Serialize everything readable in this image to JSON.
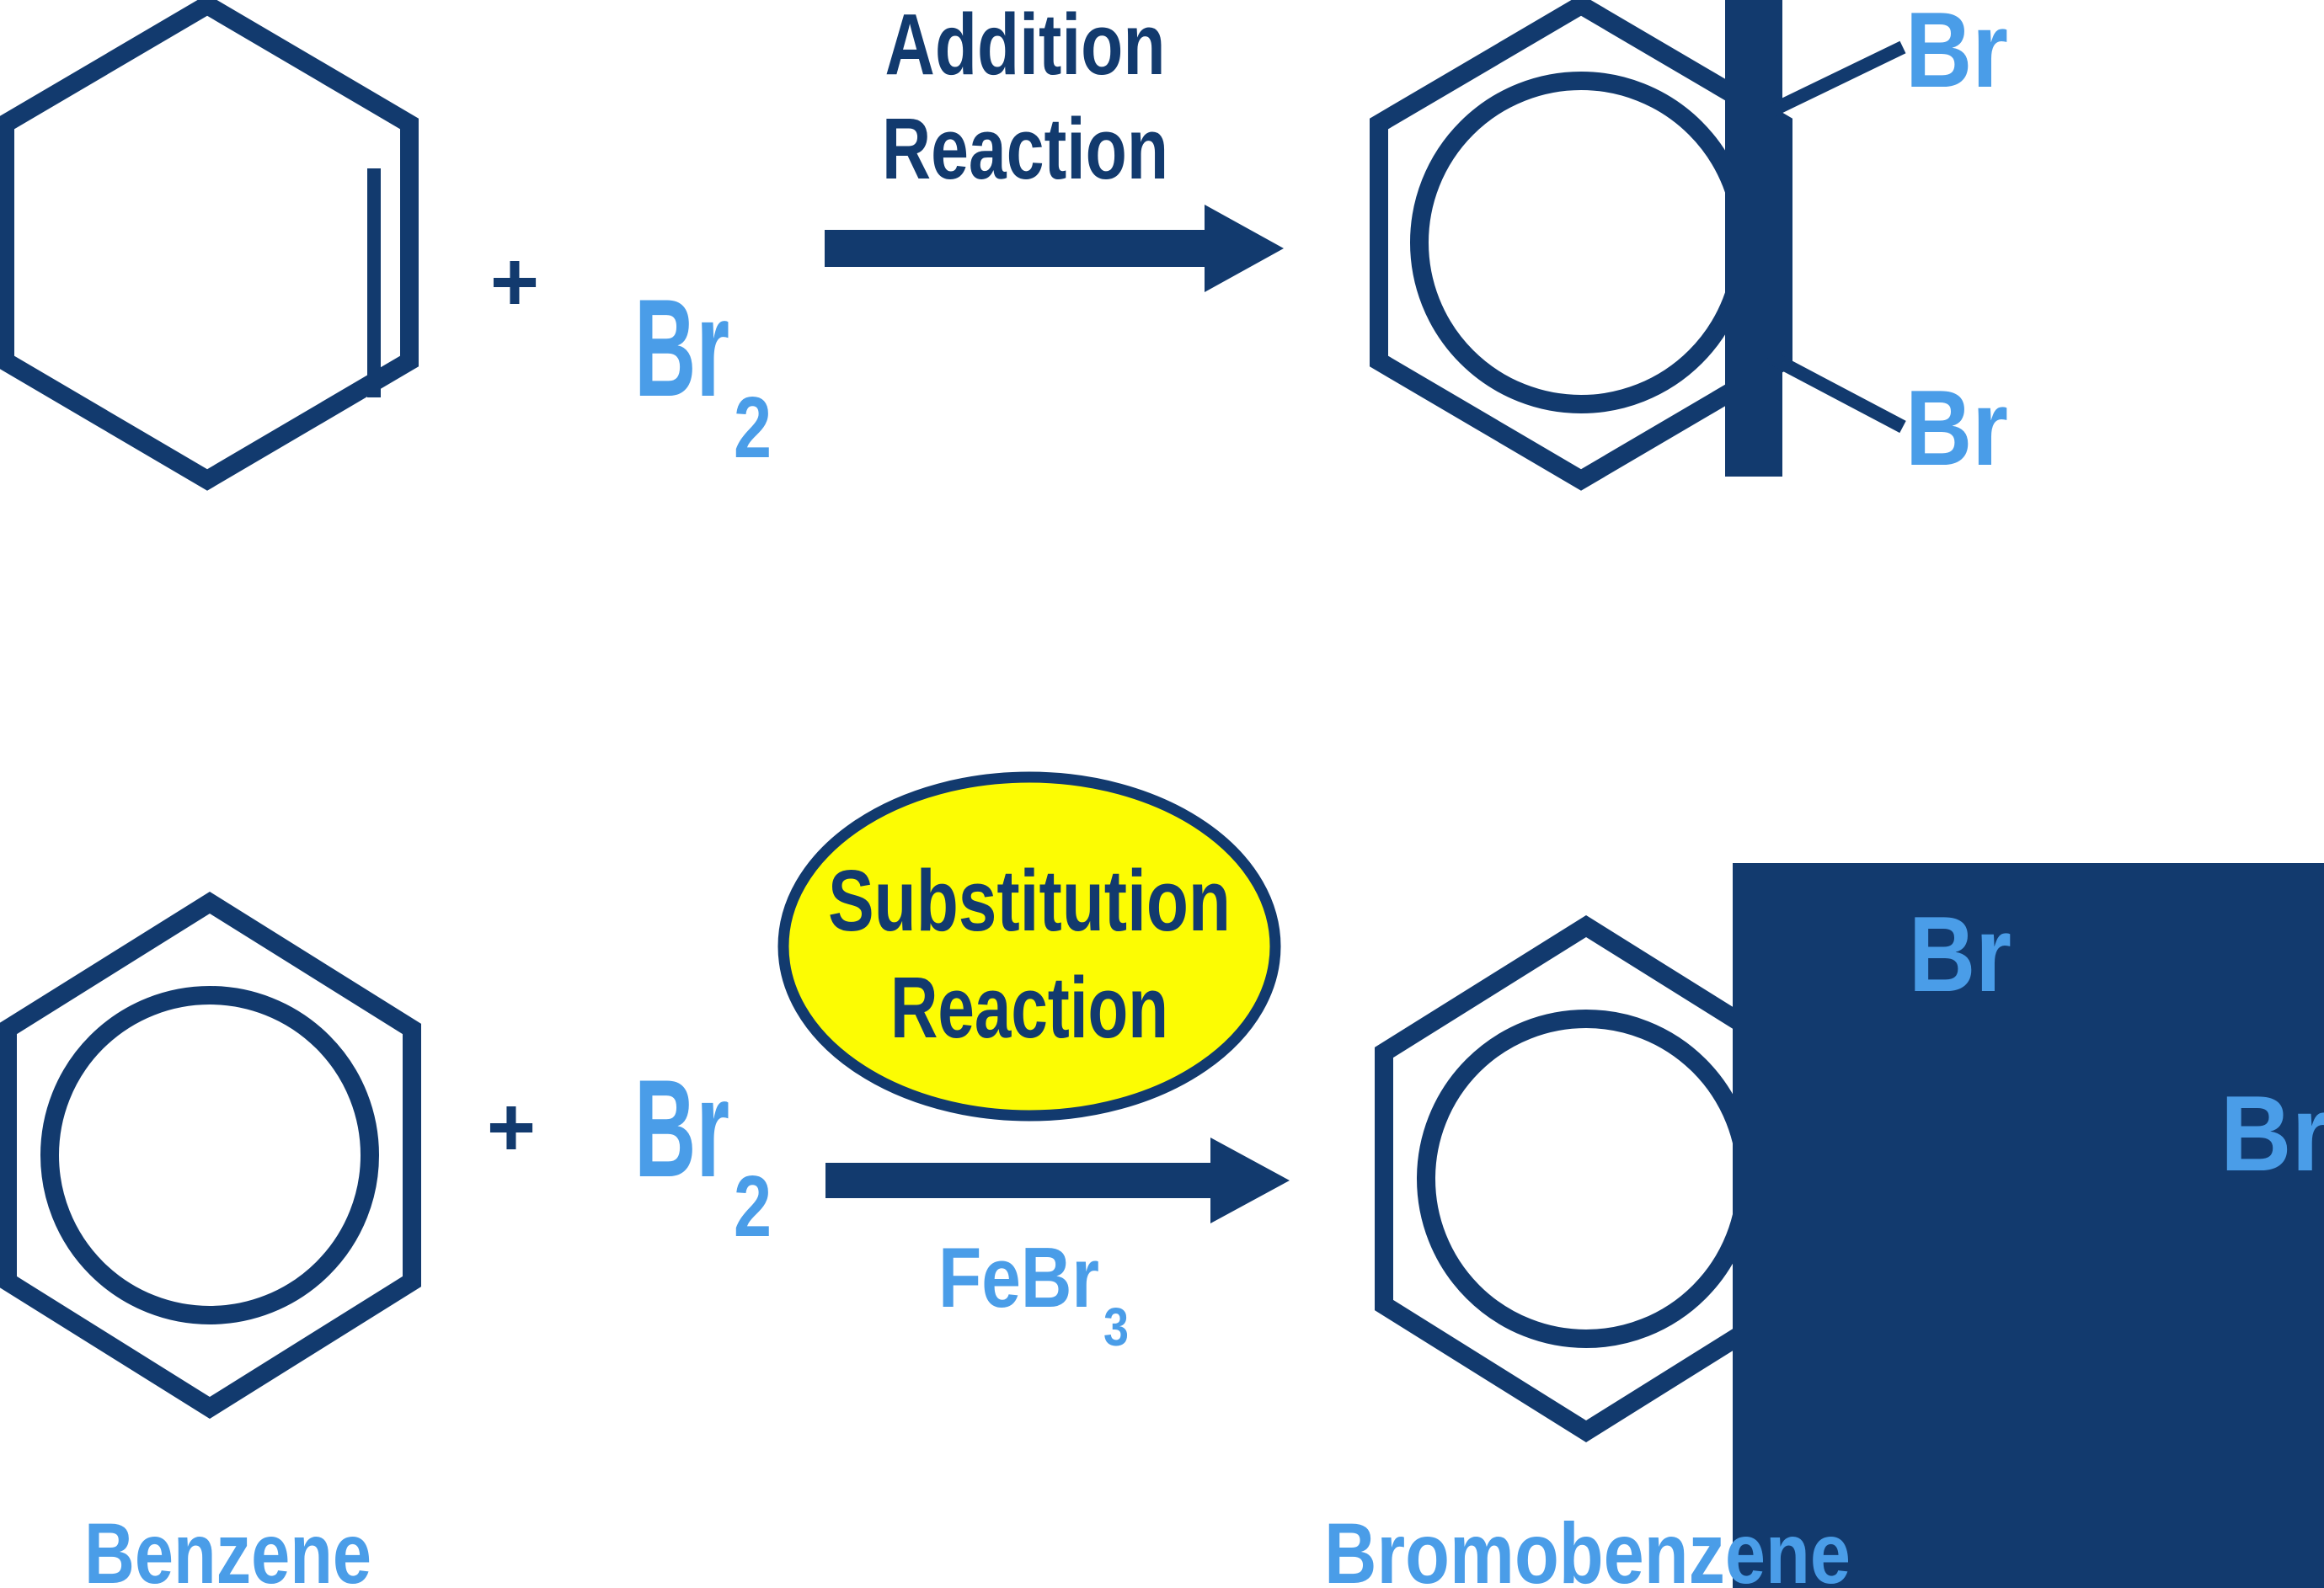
{
  "colors": {
    "navy": "#123A6E",
    "light_blue": "#4A9DE8",
    "yellow": "#FCFC03",
    "background": "#FFFFFF"
  },
  "addition_reaction": {
    "plus": "+",
    "reagent_symbol": "Br",
    "reagent_subscript": "2",
    "arrow_label_line1": "Addition",
    "arrow_label_line2": "Reaction",
    "product_br_top": "Br",
    "product_br_bottom": "Br"
  },
  "substitution_reaction": {
    "plus": "+",
    "reagent_symbol": "Br",
    "reagent_subscript": "2",
    "bubble_line1": "Substitution",
    "bubble_line2": "Reaction",
    "catalyst_symbol": "FeBr",
    "catalyst_subscript": "3",
    "reactant_label": "Benzene",
    "product_label": "Bromobenzene",
    "product_br_top": "Br",
    "product_br_right": "Br"
  }
}
